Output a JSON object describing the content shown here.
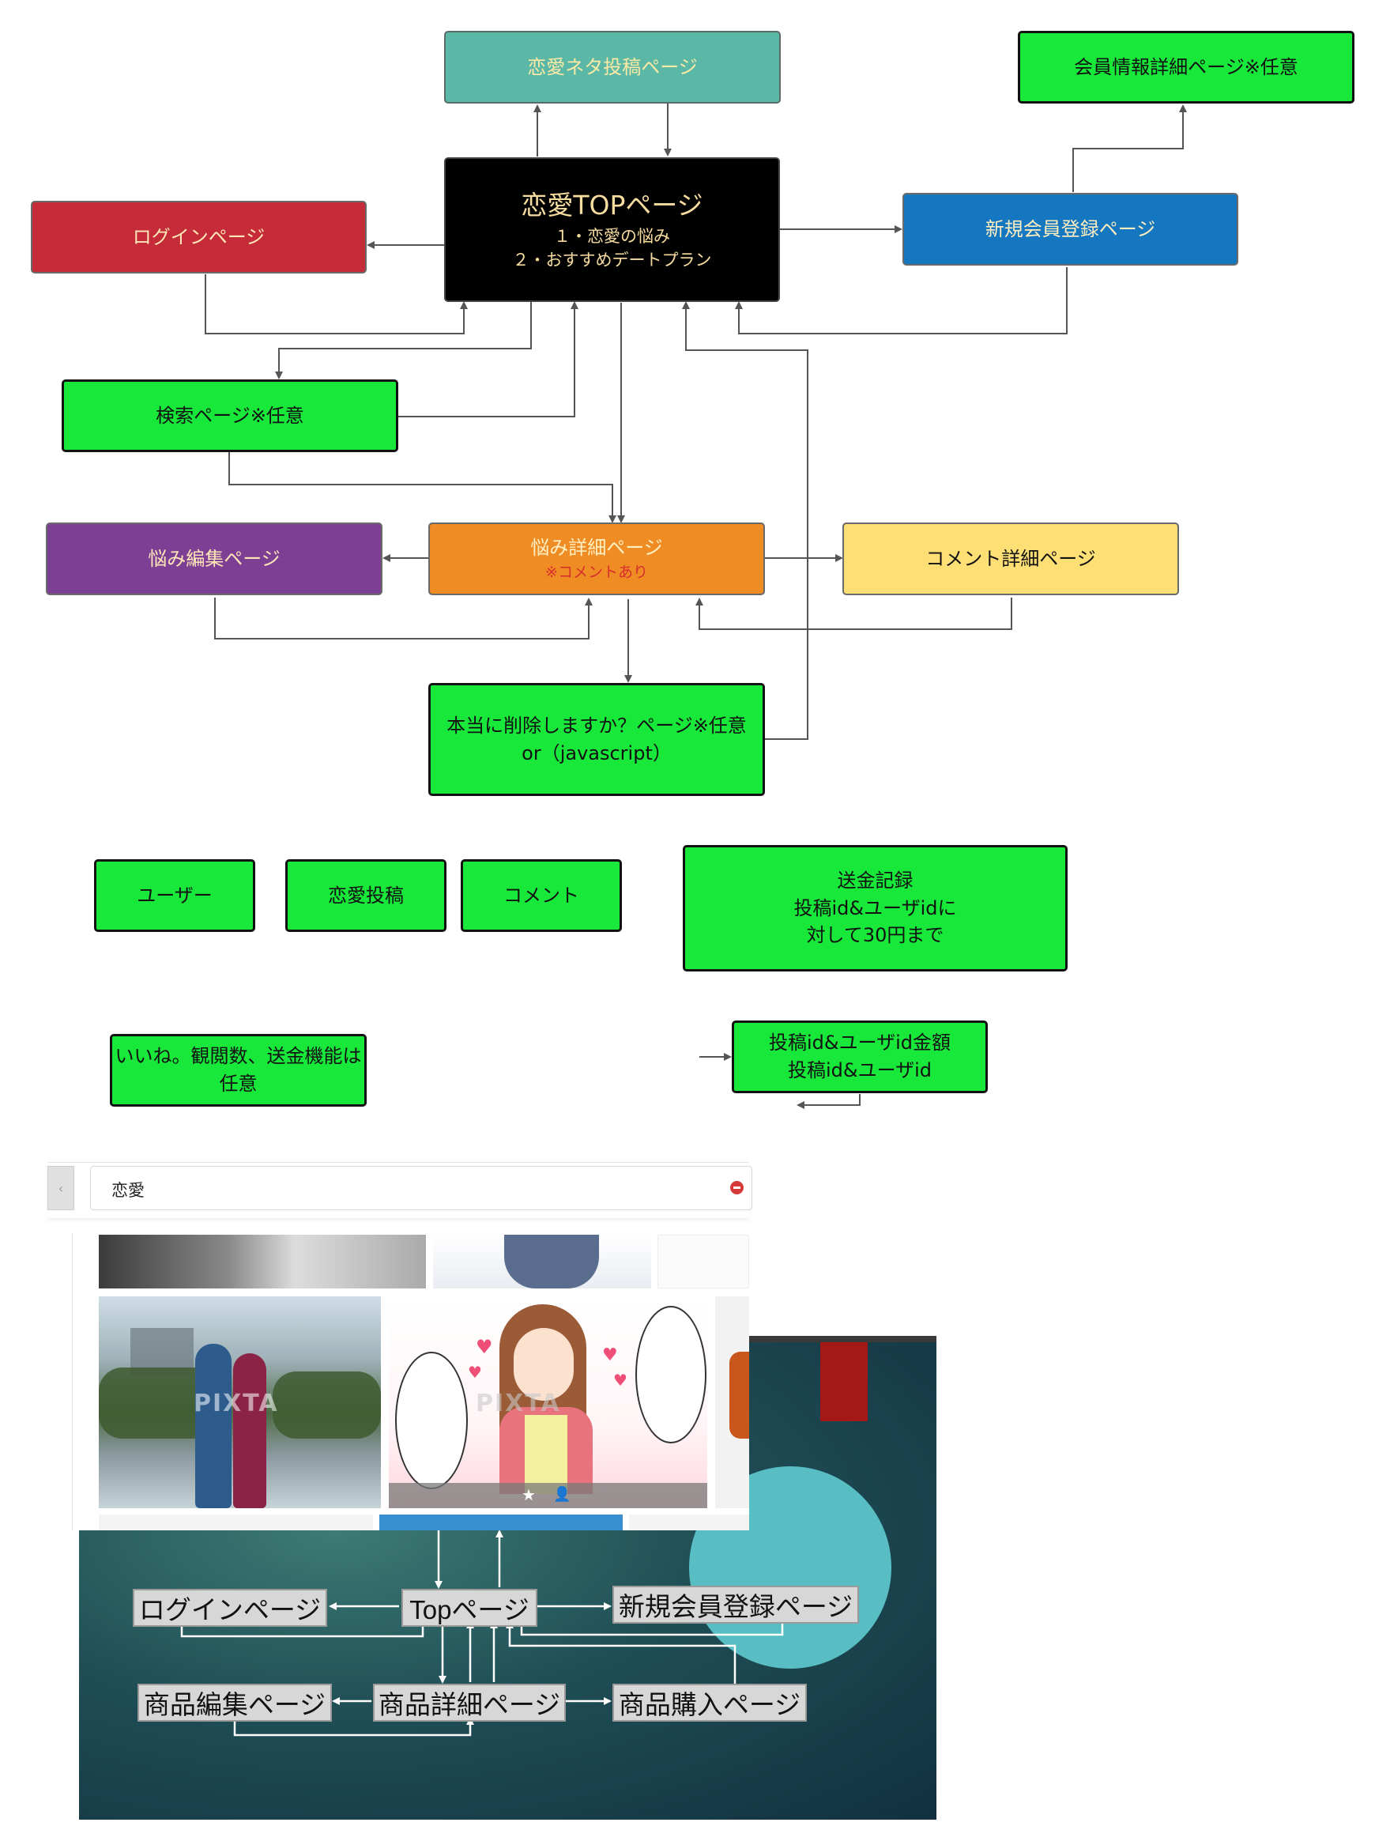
{
  "flow_nodes": {
    "post_page": "恋愛ネタ投稿ページ",
    "member_detail": "会員情報詳細ページ※任意",
    "top": {
      "title": "恋愛TOPページ",
      "line1": "１・恋愛の悩み",
      "line2": "２・おすすめデートプラン"
    },
    "login": "ログインページ",
    "signup": "新規会員登録ページ",
    "search": "検索ページ※任意",
    "worry_edit": "悩み編集ページ",
    "worry_detail": {
      "title": "悩み詳細ページ",
      "note": "※コメントあり"
    },
    "comment_detail": "コメント詳細ページ",
    "delete_confirm": {
      "line1": "本当に削除しますか？ページ※任意",
      "line2": "or（javascript）"
    }
  },
  "tables": {
    "users": "ユーザー",
    "posts": "恋愛投稿",
    "comments": "コメント",
    "remittance": {
      "line1": "送金記録",
      "line2": "投稿id&ユーザidに",
      "line3": "対して30円まで"
    }
  },
  "notes": {
    "optional": {
      "line1": "いいね。観閲数、送金機能は",
      "line2": "任意"
    },
    "ids": {
      "line1": "投稿id&ユーザid金額",
      "line2": "投稿id&ユーザid"
    }
  },
  "search_screenshot": {
    "query": "恋愛",
    "watermark": "PIXTA"
  },
  "reference_slide": {
    "login": "ログインページ",
    "top": "Topページ",
    "signup": "新規会員登録ページ",
    "item_edit": "商品編集ページ",
    "item_detail": "商品詳細ページ",
    "item_purchase": "商品購入ページ"
  },
  "colors": {
    "green": "#17e83a",
    "teal": "#5bb8a7",
    "red": "#c62b3a",
    "blue": "#1577c0",
    "purple": "#7c3f93",
    "orange": "#ef8c24",
    "yellow": "#fedf75",
    "slide_bg": "#1d4a50",
    "slide_circle": "#58bec4"
  }
}
